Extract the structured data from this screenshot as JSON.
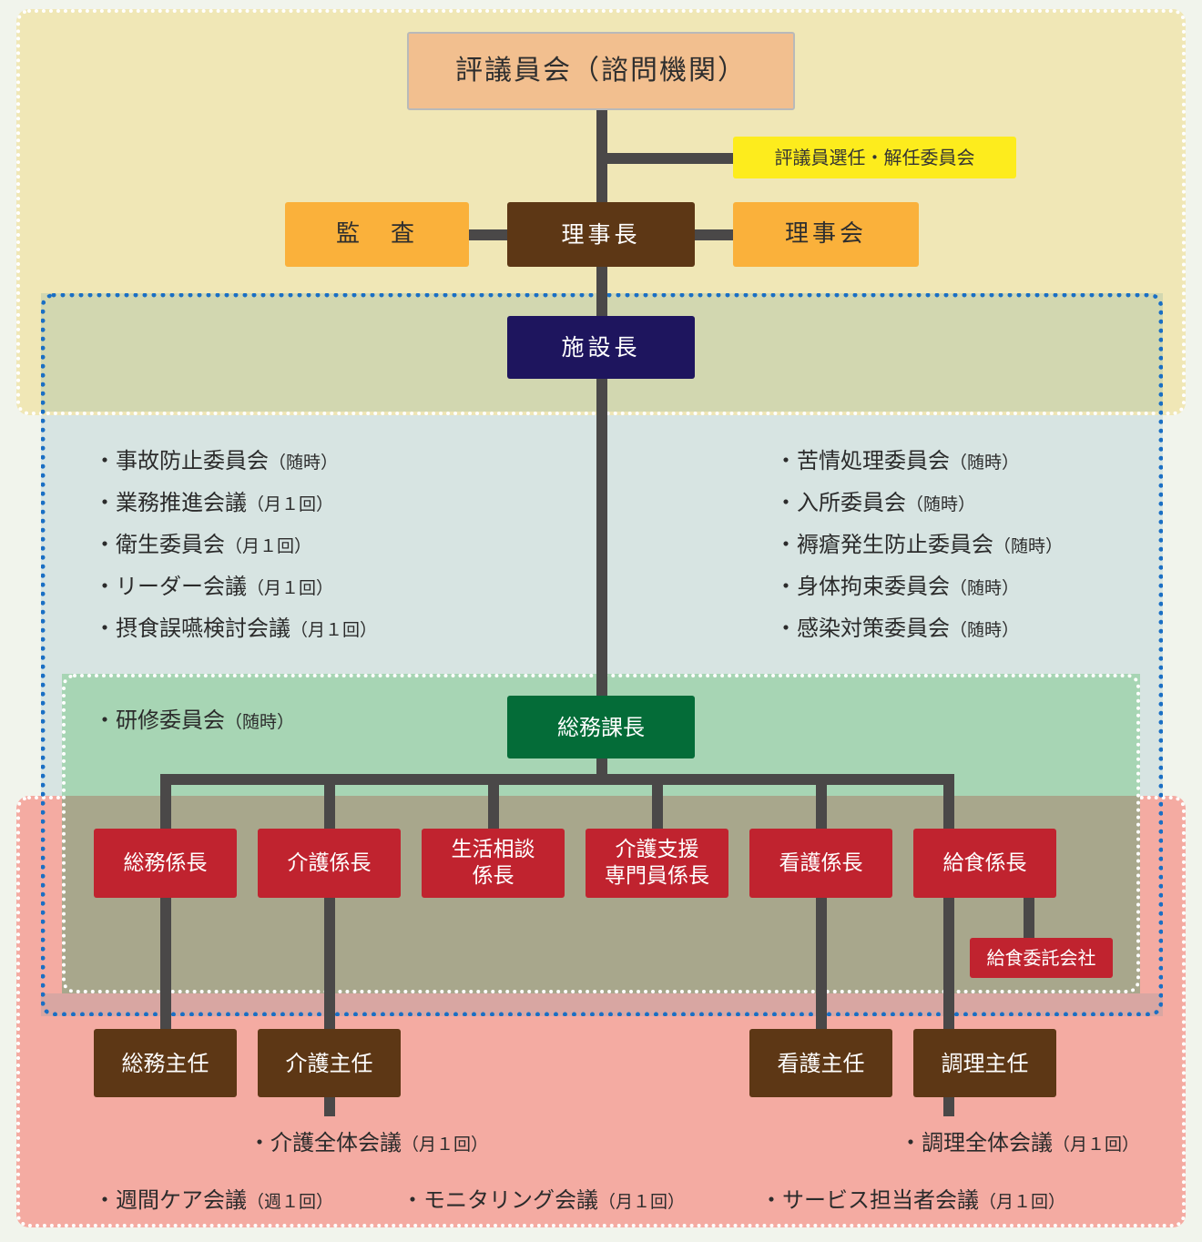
{
  "top": {
    "council": "評議員会（諮問機関）",
    "selection_committee": "評議員選任・解任委員会",
    "audit": "監　査",
    "chairman": "理事長",
    "board": "理事会"
  },
  "director": "施設長",
  "committees_left": [
    {
      "name": "・事故防止委員会",
      "freq": "（随時）"
    },
    {
      "name": "・業務推進会議",
      "freq": "（月１回）"
    },
    {
      "name": "・衛生委員会",
      "freq": "（月１回）"
    },
    {
      "name": "・リーダー会議",
      "freq": "（月１回）"
    },
    {
      "name": "・摂食誤嚥検討会議",
      "freq": "（月１回）"
    }
  ],
  "committees_right": [
    {
      "name": "・苦情処理委員会",
      "freq": "（随時）"
    },
    {
      "name": "・入所委員会",
      "freq": "（随時）"
    },
    {
      "name": "・褥瘡発生防止委員会",
      "freq": "（随時）"
    },
    {
      "name": "・身体拘束委員会",
      "freq": "（随時）"
    },
    {
      "name": "・感染対策委員会",
      "freq": "（随時）"
    }
  ],
  "training": {
    "name": "・研修委員会",
    "freq": "（随時）"
  },
  "general_manager": "総務課長",
  "chiefs": [
    {
      "line1": "総務係長",
      "line2": ""
    },
    {
      "line1": "介護係長",
      "line2": ""
    },
    {
      "line1": "生活相談",
      "line2": "係長"
    },
    {
      "line1": "介護支援",
      "line2": "専門員係長"
    },
    {
      "line1": "看護係長",
      "line2": ""
    },
    {
      "line1": "給食係長",
      "line2": ""
    }
  ],
  "catering_contractor": "給食委託会社",
  "supervisors": {
    "general": "総務主任",
    "care": "介護主任",
    "nursing": "看護主任",
    "cooking": "調理主任"
  },
  "meetings": {
    "care_all": {
      "name": "・介護全体会議",
      "freq": "（月１回）"
    },
    "cooking_all": {
      "name": "・調理全体会議",
      "freq": "（月１回）"
    },
    "weekly_care": {
      "name": "・週間ケア会議",
      "freq": "（週１回）"
    },
    "monitoring": {
      "name": "・モニタリング会議",
      "freq": "（月１回）"
    },
    "service": {
      "name": "・サービス担当者会議",
      "freq": "（月１回）"
    }
  },
  "colors": {
    "top_region": "#f0e5b1",
    "middle_region": "#d7e4e2",
    "green_region": "#a7d5b4",
    "red_region": "#f4aba2",
    "lines": "#4a4848"
  }
}
